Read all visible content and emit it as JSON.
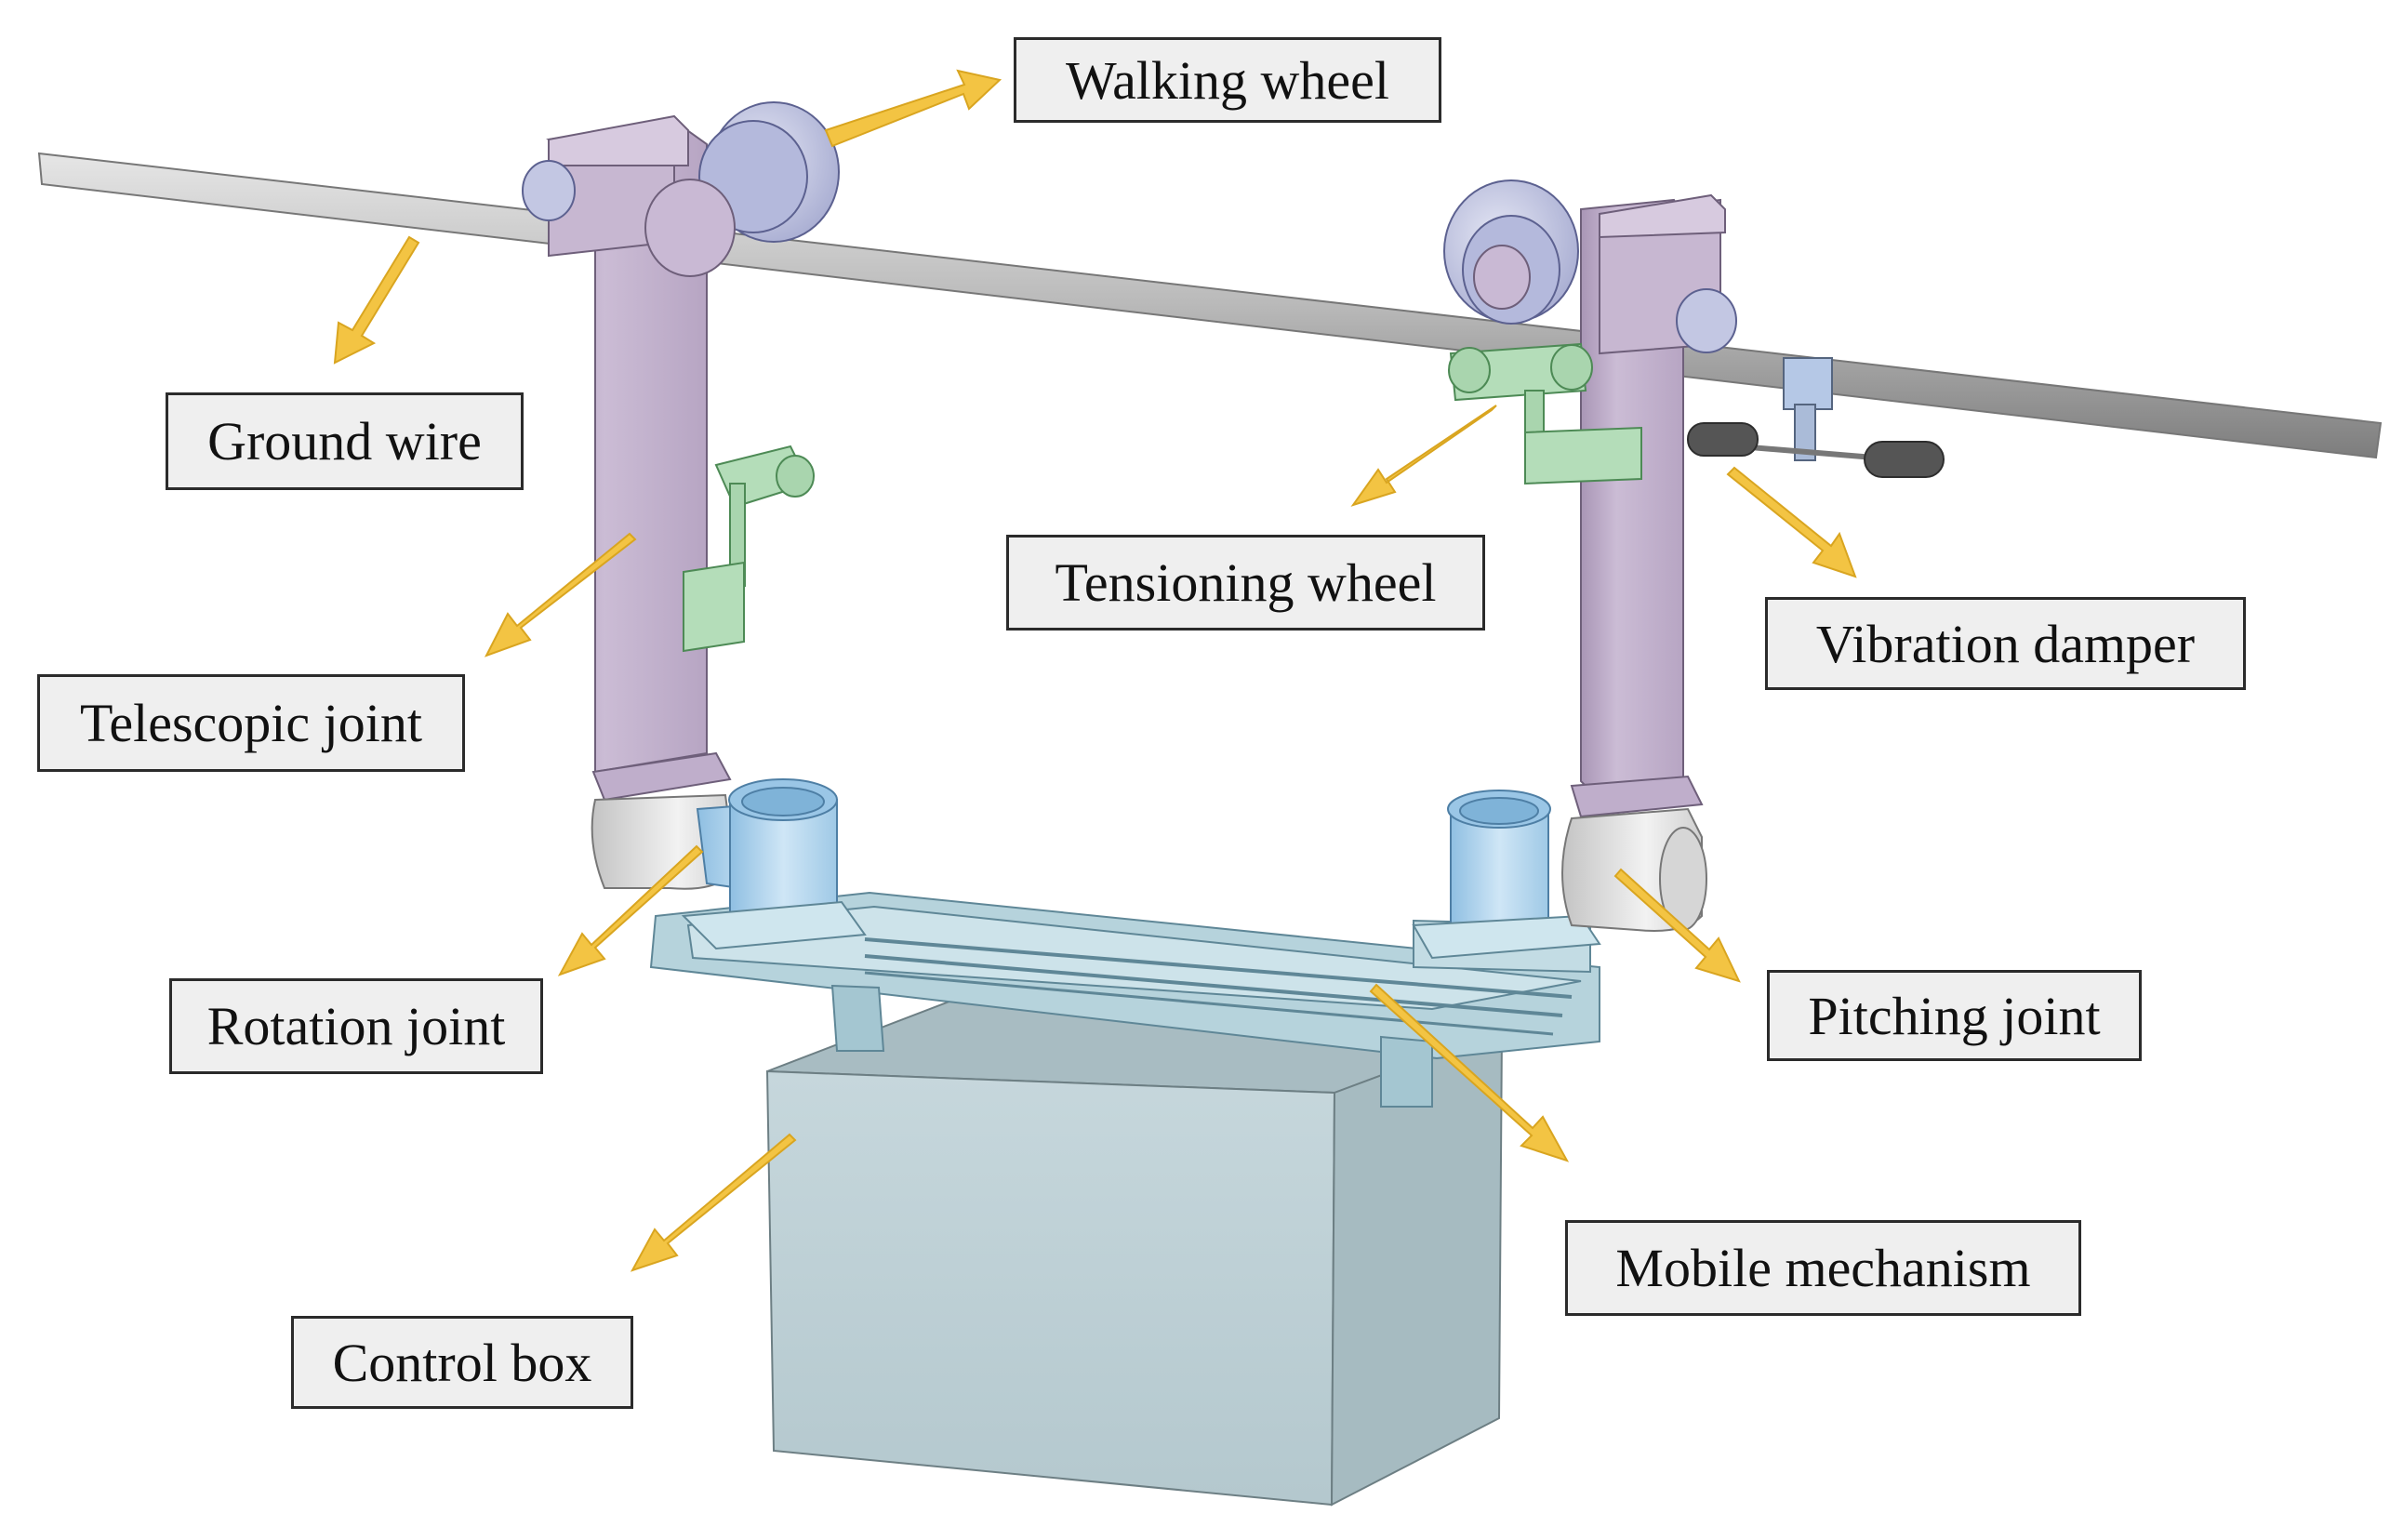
{
  "colors": {
    "arrow": "#f3c443",
    "arrow_edge": "#d9a520",
    "wire": "#b9b9b9",
    "arm": "#c7b7d1",
    "wheel": "#c3c7e3",
    "tension": "#b4ddb9",
    "joint_blue": "#b5d6ee",
    "joint_gray": "#e2e2e2",
    "rail": "#b6d3dc",
    "box": "#b9cdd3",
    "damper": "#555555",
    "label_bg": "#efefef",
    "label_border": "#2b2b2b"
  },
  "labels": {
    "walking_wheel": "Walking wheel",
    "ground_wire": "Ground wire",
    "tensioning_wheel": "Tensioning wheel",
    "vibration_damper": "Vibration damper",
    "telescopic_joint": "Telescopic joint",
    "rotation_joint": "Rotation joint",
    "pitching_joint": "Pitching joint",
    "mobile_mechanism": "Mobile mechanism",
    "control_box": "Control box"
  }
}
